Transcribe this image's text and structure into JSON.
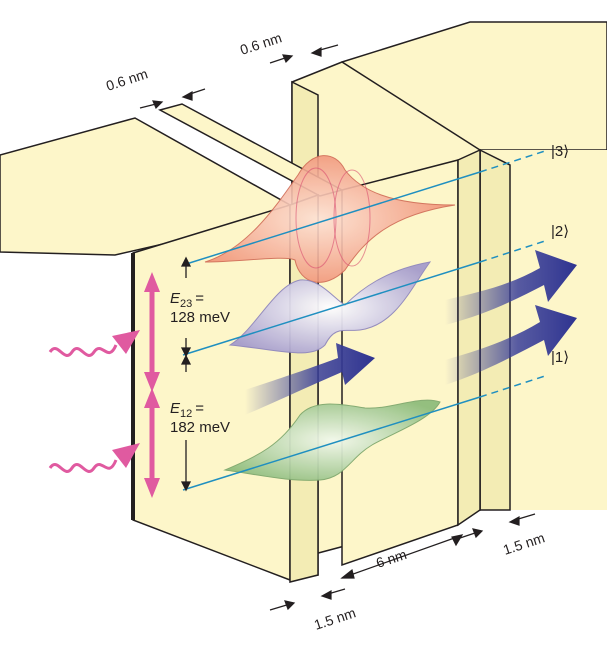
{
  "dimensions": {
    "barrier_left_width": "0.6 nm",
    "barrier_right_width": "0.6 nm",
    "well_left_width": "1.5 nm",
    "well_right_width": "1.5 nm",
    "well_center_width": "6 nm"
  },
  "energies": {
    "e23": {
      "symbol": "E",
      "subscript": "23",
      "equals": "=",
      "value": "128 meV"
    },
    "e12": {
      "symbol": "E",
      "subscript": "12",
      "equals": "=",
      "value": "182 meV"
    }
  },
  "states": {
    "state3": "|3⟩",
    "state2": "|2⟩",
    "state1": "|1⟩"
  },
  "colors": {
    "slab_fill": "#fdf6c9",
    "slab_side": "#f3ecb4",
    "outline": "#231f20",
    "level_line": "#1f8fc0",
    "photon": "#e05aa0",
    "arrow_blue": "#3a3f9a",
    "wave_state3": "#f4a48a",
    "wave_state2": "#b8b0d8",
    "wave_state1": "#a8cc98"
  }
}
